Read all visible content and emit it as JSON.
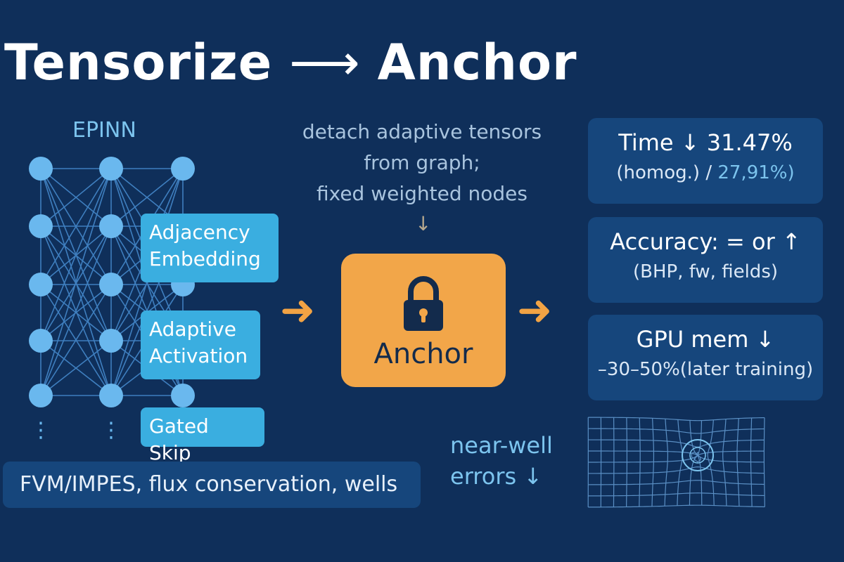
{
  "title": {
    "left": "Tensorize",
    "arrow": "⟶",
    "right": "Anchor"
  },
  "network": {
    "label": "EPINN",
    "layers": 3,
    "nodes_per_layer": 5,
    "ellipsis": "⋮"
  },
  "features": {
    "adjacency": [
      "Adjacency",
      "Embedding"
    ],
    "adaptive": [
      "Adaptive",
      "Activation"
    ],
    "gated": "Gated Skip"
  },
  "bottom_bar": "FVM/IMPES, flux conservation, wells",
  "annotation": {
    "lines": [
      "detach adaptive tensors",
      "from graph;",
      "fixed weighted nodes"
    ],
    "arrow": "↓"
  },
  "anchor": {
    "label": "Anchor",
    "icon": "lock-icon"
  },
  "flow_arrows": {
    "glyph": "➜"
  },
  "metrics": {
    "time": {
      "main": "Time ↓ 31.47%",
      "sub_a": "(homog.) / ",
      "sub_b": "27,91%)"
    },
    "accuracy": {
      "main": "Accuracy: = or ↑",
      "sub": "(BHP, fw, fields)"
    },
    "gpu": {
      "main": "GPU mem ↓",
      "sub": "–30–50%(later training)"
    }
  },
  "near_well": [
    "near-well",
    "errors ↓"
  ],
  "colors": {
    "background": "#0f2f5a",
    "accent_orange": "#f2a649",
    "node_blue": "#6ab8ee",
    "feature_blue": "#3aaee0",
    "panel": "#16467c",
    "light_blue_text": "#7cc4ee"
  }
}
